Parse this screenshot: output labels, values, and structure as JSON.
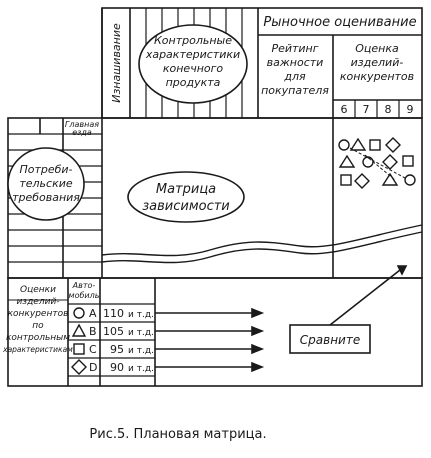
{
  "labels": {
    "market_eval": "Рыночное оценивание",
    "wear": "Изнашивание",
    "control_1": "Контрольные",
    "control_2": "характеристики",
    "control_3": "конечного",
    "control_4": "продукта",
    "rating_1": "Рейтинг",
    "rating_2": "важности",
    "rating_3": "для",
    "rating_4": "покупателя",
    "comp_1": "Оценка",
    "comp_2": "изделий-",
    "comp_3": "конкурентов",
    "scale": [
      "6",
      "7",
      "8",
      "9"
    ],
    "main_drive": "Главная",
    "main_drive_2": "езда",
    "consumer_1": "Потреби-",
    "consumer_2": "тельские",
    "consumer_3": "требования",
    "matrix_1": "Матрица",
    "matrix_2": "зависимости",
    "eval_1": "Оценки",
    "eval_2": "изделий-",
    "eval_3": "конкурентов",
    "eval_4": "по",
    "eval_5": "контрольным",
    "eval_6": "характеристикам",
    "avto_1": "Авто-",
    "avto_2": "мобиль",
    "compare": "Сравните",
    "caption": "Рис.5. Плановая матрица."
  },
  "cars": [
    {
      "letter": "A",
      "value": "110",
      "unit": "и т.д.",
      "icon": "circle-icon"
    },
    {
      "letter": "B",
      "value": "105",
      "unit": "и т.д.",
      "icon": "triangle-icon"
    },
    {
      "letter": "C",
      "value": "95",
      "unit": "и т.д.",
      "icon": "square-icon"
    },
    {
      "letter": "D",
      "value": "90",
      "unit": "и т.д.",
      "icon": "diamond-icon"
    }
  ],
  "colors": {
    "ink": "#1a1a1a",
    "paper": "#ffffff"
  }
}
